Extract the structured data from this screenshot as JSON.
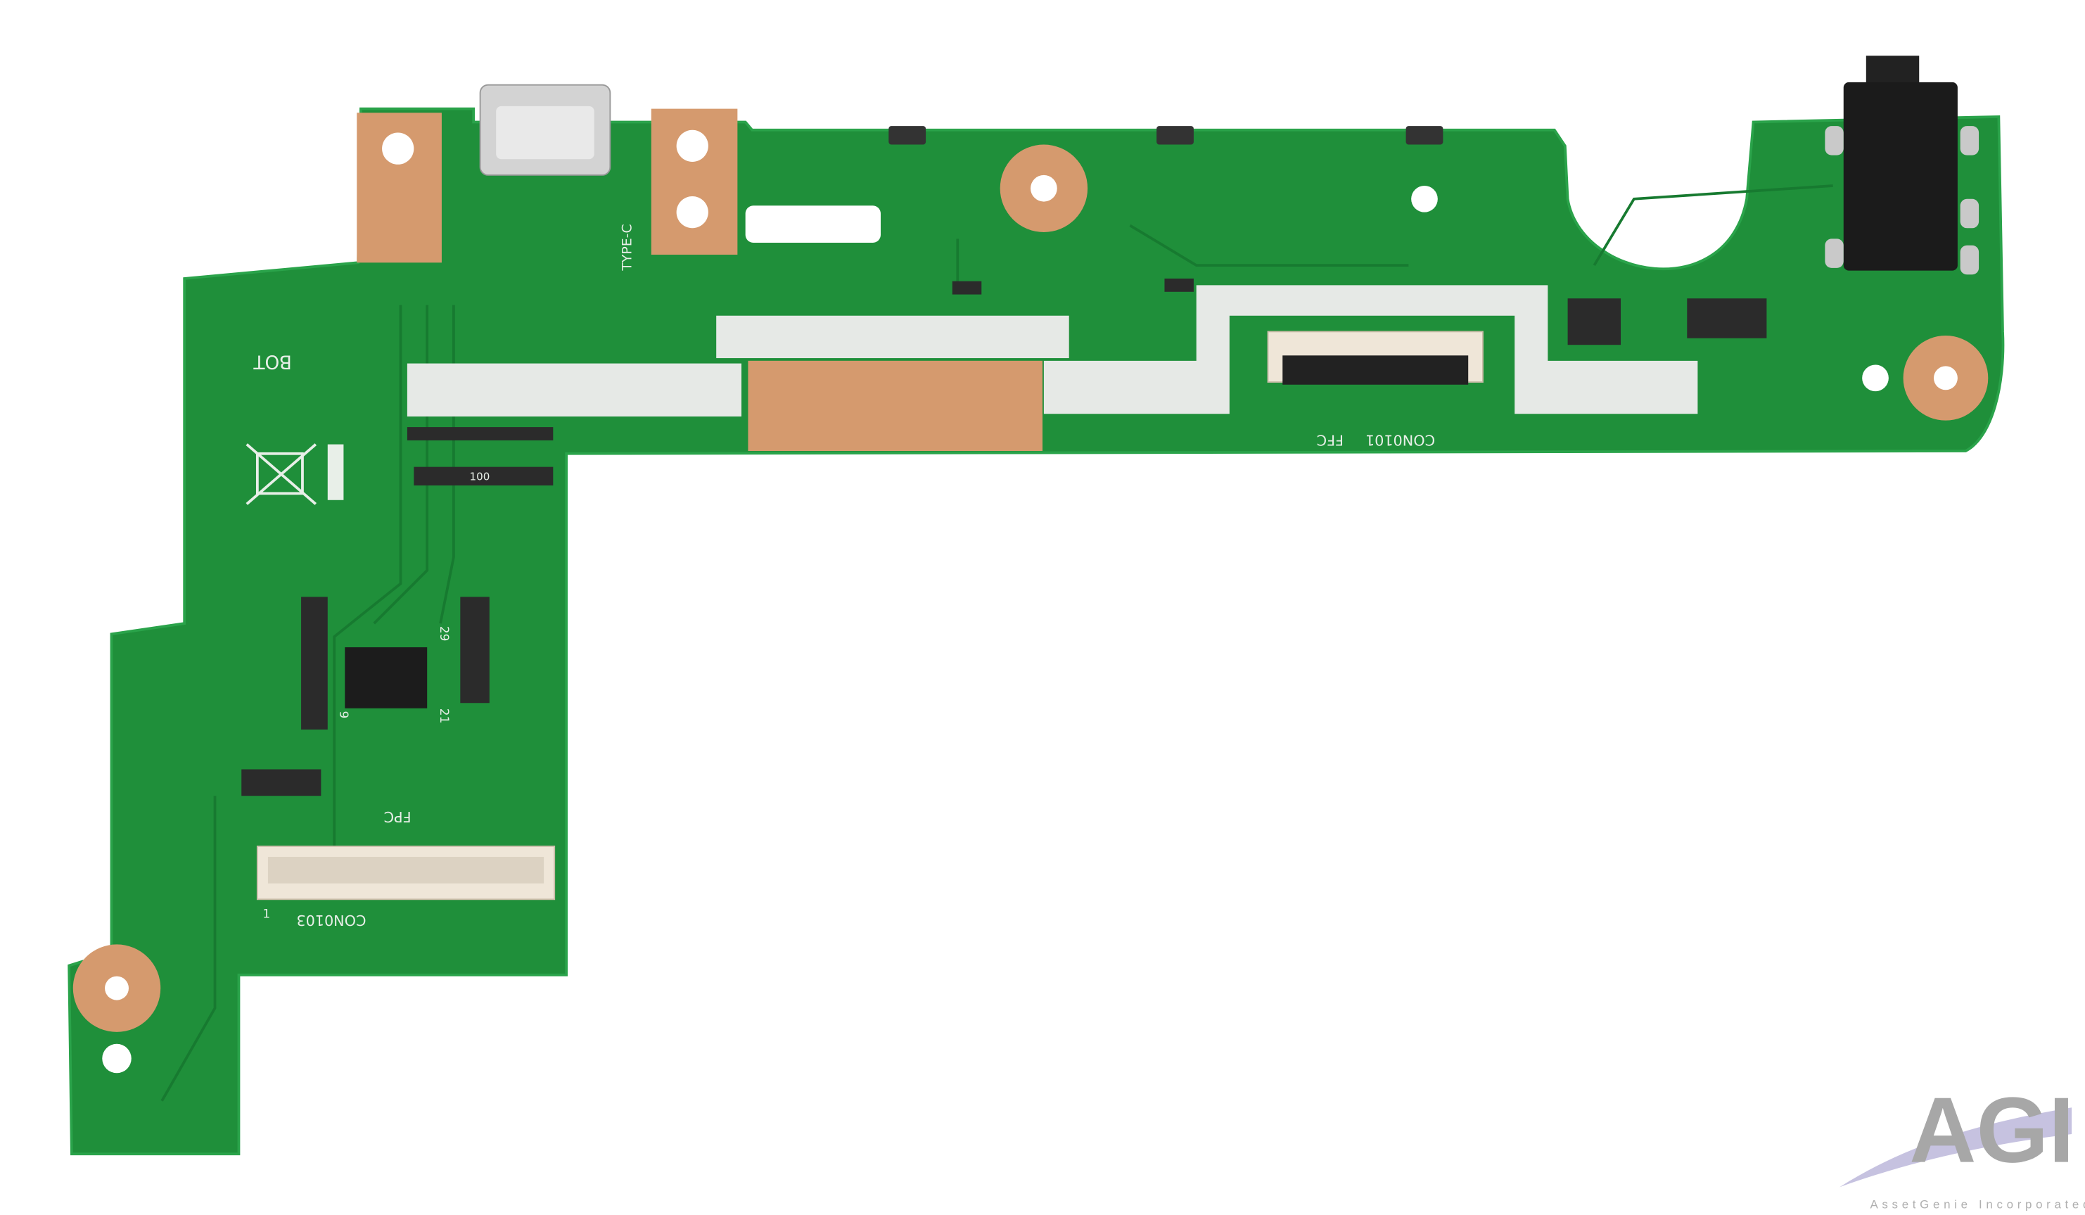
{
  "colors": {
    "board": "#1f8f3a",
    "board_dark": "#177a30",
    "copper_pad": "#d59a6e",
    "tape": "#e6e9e6",
    "connector": "#efe6d8"
  },
  "silkscreen": {
    "bot": "BOT",
    "type_c": "TYPE-C",
    "con0101": "CON0101",
    "ffc": "FFC",
    "con0103": "CON0103",
    "fpc": "FPC",
    "resistor_100": "100",
    "pin_29": "29",
    "pin_21": "21",
    "pin_9": "9",
    "pin_1": "1"
  },
  "watermark": {
    "logo": "AGI",
    "company": "AssetGenie Incorporated"
  }
}
